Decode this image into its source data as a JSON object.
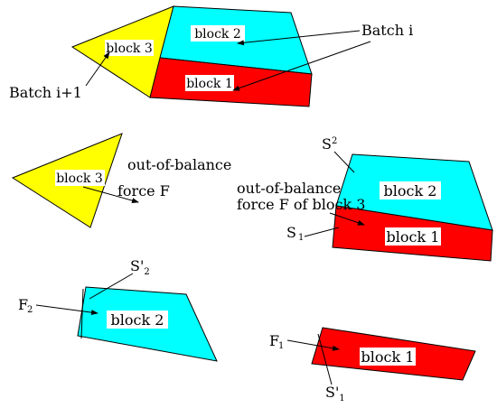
{
  "colors": {
    "yellow": "#ffff00",
    "cyan": "#00ffff",
    "red": "#ff0000",
    "stroke": "#000000",
    "label_bg": "#ffffff"
  },
  "labels": {
    "batch_i": "Batch  i",
    "batch_i1": "Batch  i+1",
    "block1": "block 1",
    "block2": "block 2",
    "block3": "block 3",
    "oob_line1": "out-of-balance",
    "oob_force_f": "force F",
    "oob_force_f_block3": "force F of block 3",
    "s_letter": "S",
    "f_letter": "F",
    "sub_1": "1",
    "sub_2": "2",
    "prime": "'"
  }
}
